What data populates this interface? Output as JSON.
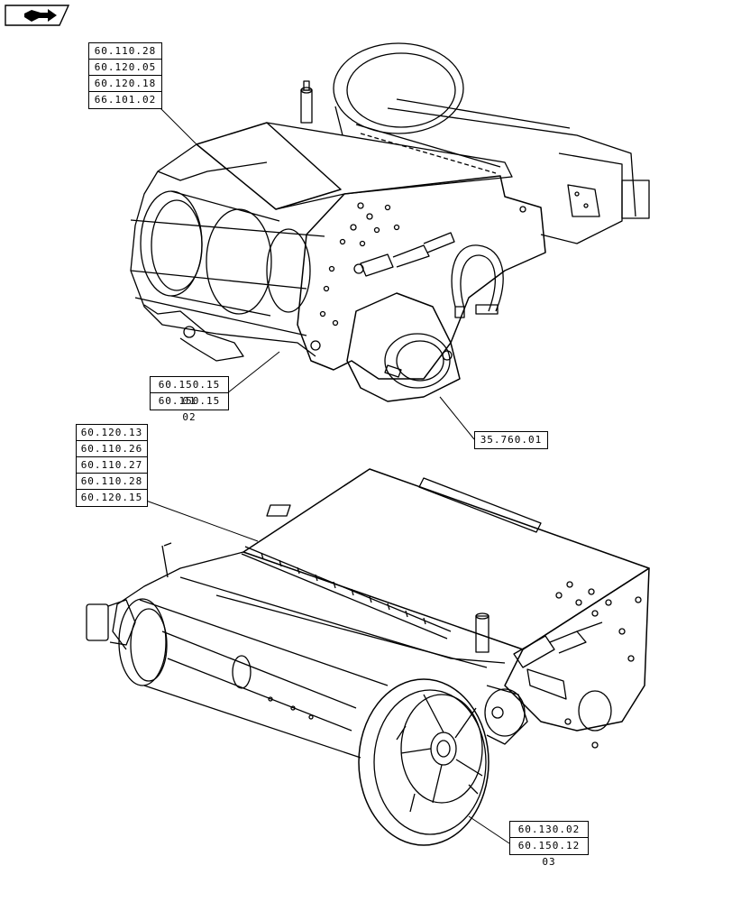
{
  "nav": {
    "icon": "book-arrow-icon"
  },
  "callouts": {
    "top_left": [
      "60.110.28",
      "60.120.05",
      "60.120.18",
      "66.101.02"
    ],
    "top_mid": [
      "60.150.15 01",
      "60.150.15 02"
    ],
    "top_right": [
      "35.760.01"
    ],
    "bottom_left": [
      "60.120.13",
      "60.110.26",
      "60.110.27",
      "60.110.28",
      "60.120.15"
    ],
    "bottom_right": [
      "60.130.02",
      "60.150.12 03"
    ]
  },
  "colors": {
    "line": "#000000",
    "background": "#ffffff"
  }
}
